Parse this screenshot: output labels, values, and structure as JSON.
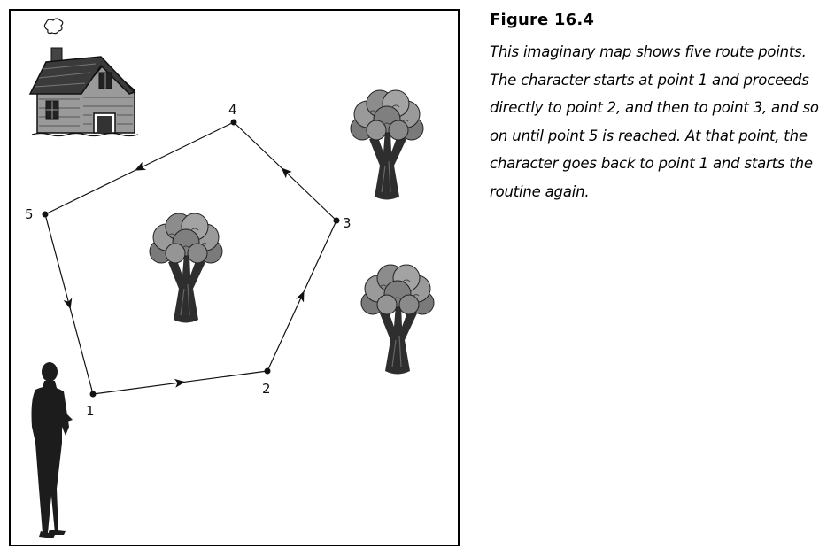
{
  "figure": {
    "title": "Figure 16.4",
    "caption": "This imaginary map shows five route points. The character starts at point 1 and proceeds directly to point 2, and then to point 3, and so on until point 5 is reached. At that point, the character goes back to point 1 and starts the routine again."
  },
  "route": {
    "points": [
      {
        "label": "1"
      },
      {
        "label": "2"
      },
      {
        "label": "3"
      },
      {
        "label": "4"
      },
      {
        "label": "5"
      }
    ]
  },
  "icons": {
    "house": "house-icon",
    "tree": "tree-icon",
    "character": "standing-man-icon"
  },
  "colors": {
    "ink": "#111111",
    "tree_canopy": "#8c8c8c",
    "tree_trunk": "#2e2e2e",
    "house_wall": "#9a9a9a",
    "roof": "#3a3a3a"
  }
}
